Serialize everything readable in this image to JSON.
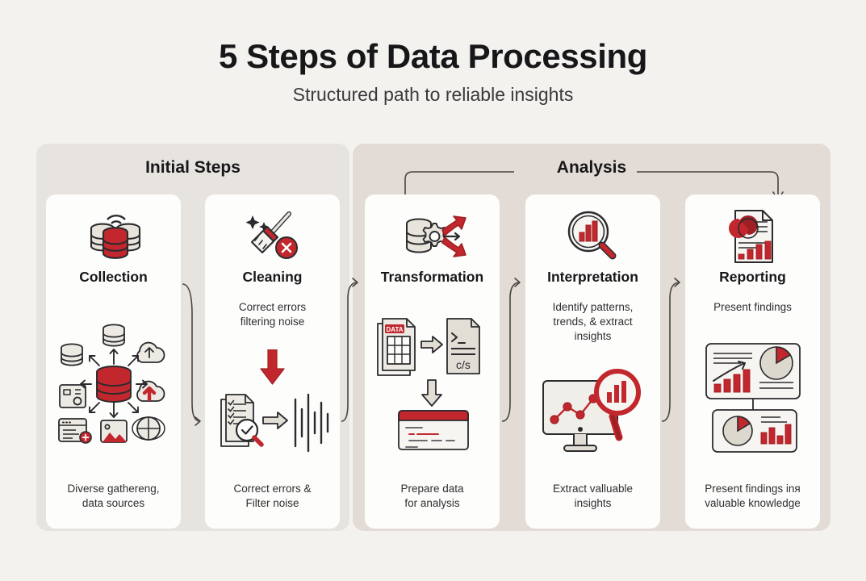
{
  "header": {
    "title": "5 Steps of Data Processing",
    "subtitle": "Structured path to reliable insights"
  },
  "groups": {
    "initial": {
      "label": "Initial Steps"
    },
    "analysis": {
      "label": "Analysis"
    }
  },
  "cards": [
    {
      "id": "collection",
      "title": "Collection",
      "body": "",
      "caption": "Diverse gathereng,\ndata sources",
      "icon": "database-stack-icon",
      "art": "data-sources-hub-illustration"
    },
    {
      "id": "cleaning",
      "title": "Cleaning",
      "body": "Correct errors\nfiltering noise",
      "caption": "Correct errors &\nFilter noise",
      "icon": "broom-cleaning-icon",
      "art": "document-check-waveform-illustration"
    },
    {
      "id": "transformation",
      "title": "Transformation",
      "body": "",
      "caption": "Prepare data\nfor analysis",
      "icon": "database-gear-arrows-icon",
      "art": "data-to-code-window-illustration"
    },
    {
      "id": "interpretation",
      "title": "Interpretation",
      "body": "Identify patterns,\ntrends, & extract\ninsights",
      "caption": "Extract valluable\ninsights",
      "icon": "magnifier-bar-chart-icon",
      "art": "monitor-line-chart-magnifier-illustration"
    },
    {
      "id": "reporting",
      "title": "Reporting",
      "body": "Present findings",
      "caption": "Present findings inᴙ\nvaluable knowledge",
      "icon": "report-document-icon",
      "art": "dashboard-panels-illustration"
    }
  ],
  "labels": {
    "data_tag": "DATA",
    "code_tag": "c/s"
  },
  "colors": {
    "background": "#f4f2ef",
    "panel_initial": "#e7e4df",
    "panel_analysis": "#e3dcd6",
    "card": "#fdfdfc",
    "accent_red": "#c1272d",
    "accent_red_dark": "#9e1f24",
    "ink": "#17171a",
    "cream": "#e3ded5",
    "outline": "#2b2b2e"
  }
}
